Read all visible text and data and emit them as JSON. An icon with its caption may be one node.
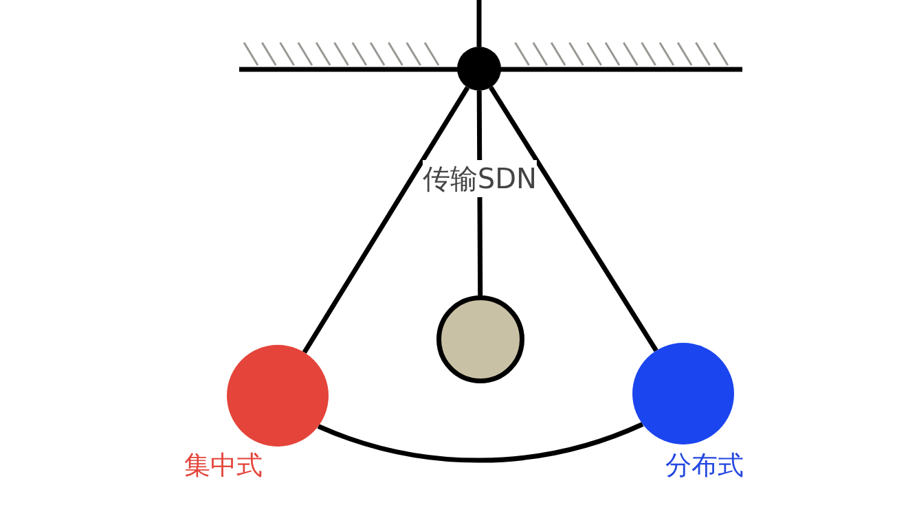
{
  "diagram": {
    "nodes": [
      {
        "text": [],
        "shape": "circle"
      },
      {
        "text": [],
        "shape": "circle",
        "beside": [
          "集中式"
        ]
      },
      {
        "text": [],
        "shape": "circle"
      },
      {
        "text": [],
        "shape": "circle",
        "beside": [
          "分布式"
        ]
      }
    ],
    "edges": [
      {
        "from": 0,
        "to": 1,
        "arrow": "none"
      },
      {
        "from": 0,
        "to": 2,
        "arrow": "none",
        "label": "传输SDN"
      },
      {
        "from": 0,
        "to": 3,
        "arrow": "none"
      },
      {
        "from": 1,
        "to": 3,
        "arrow": "none"
      }
    ]
  }
}
